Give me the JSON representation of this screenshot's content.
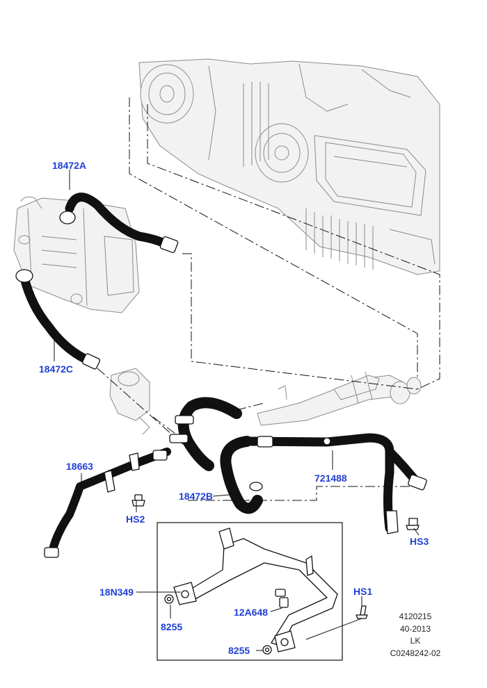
{
  "colors": {
    "callout": "#1f3fd6",
    "linework": "#111111",
    "ghost": "#8a8a8a",
    "footer": "#222222"
  },
  "callouts": {
    "p18472A": "18472A",
    "p18472C": "18472C",
    "p18663": "18663",
    "hs2": "HS2",
    "p18472B": "18472B",
    "p721488": "721488",
    "hs3": "HS3",
    "p18N349": "18N349",
    "p12A648": "12A648",
    "hs1": "HS1",
    "p8255_left": "8255",
    "p8255_bottom": "8255"
  },
  "footer": {
    "line1": "4120215",
    "line2": "40-2013",
    "line3": "LK",
    "line4": "C0248242-02"
  }
}
